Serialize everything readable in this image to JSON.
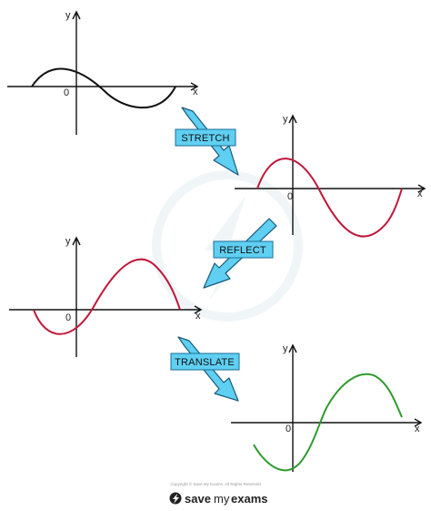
{
  "graphs": [
    {
      "id": "original",
      "curve_color": "#111111",
      "labels": {
        "y": "y",
        "x": "x",
        "origin": "0"
      }
    },
    {
      "id": "stretched",
      "curve_color": "#c0183a",
      "labels": {
        "y": "y",
        "x": "x",
        "origin": "0"
      }
    },
    {
      "id": "reflected",
      "curve_color": "#c0183a",
      "labels": {
        "y": "y",
        "x": "x",
        "origin": "0"
      }
    },
    {
      "id": "translated",
      "curve_color": "#2e9a2e",
      "labels": {
        "y": "y",
        "x": "x",
        "origin": "0"
      }
    }
  ],
  "steps": [
    {
      "label": "STRETCH"
    },
    {
      "label": "REFLECT"
    },
    {
      "label": "TRANSLATE"
    }
  ],
  "colors": {
    "step_box_fill": "#5fcff2",
    "step_box_stroke": "#1a6f96",
    "arrow_fill": "#5fcff2",
    "arrow_stroke": "#1a5a7a"
  },
  "footer": {
    "copyright": "Copyright © Save My Exams. All Rights Reserved",
    "brand_save": "save",
    "brand_my": "my",
    "brand_exams": "exams"
  }
}
